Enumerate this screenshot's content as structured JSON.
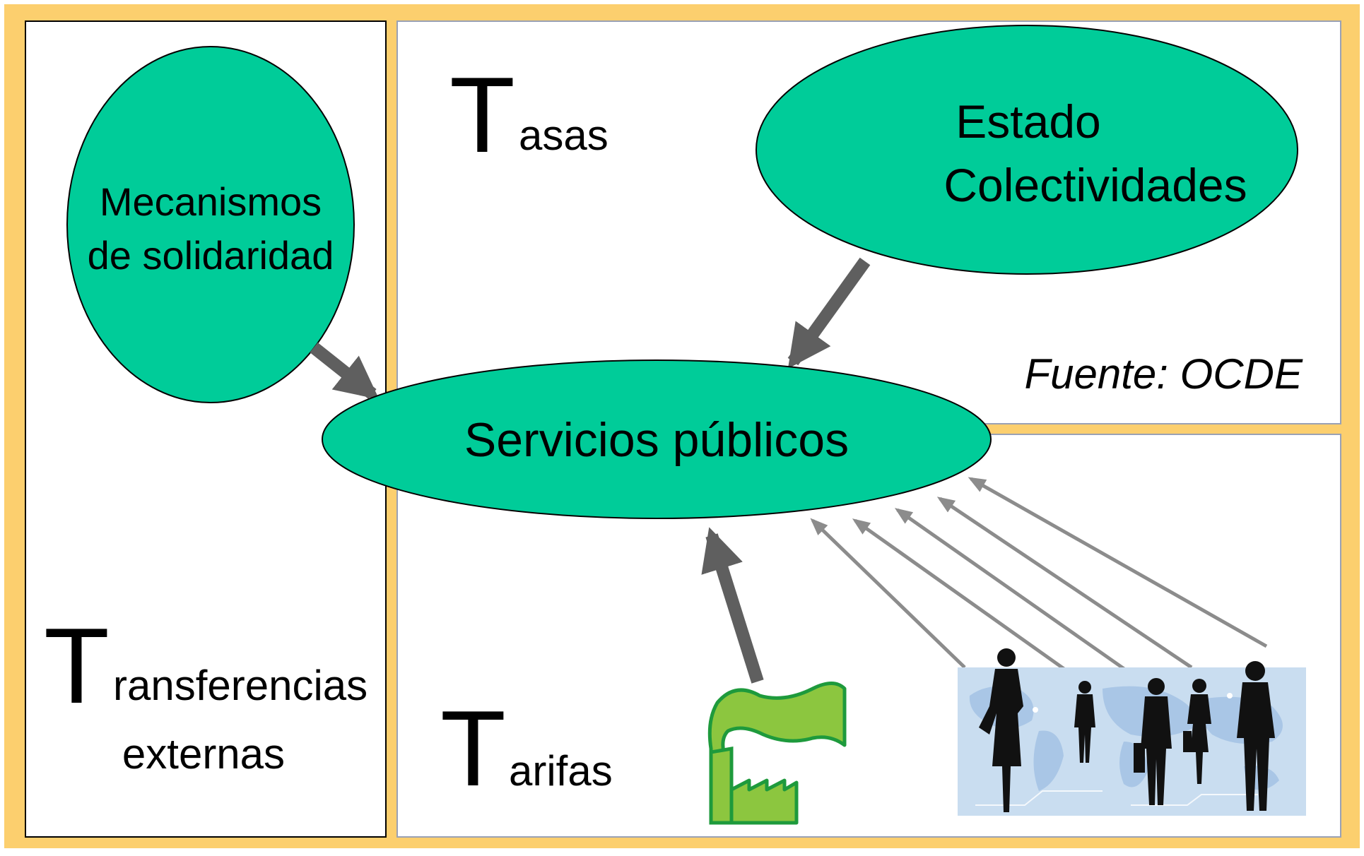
{
  "colors": {
    "frame": "#FCCF6E",
    "panel_border": "#000000",
    "panel_border_light": "#9AA1B4",
    "ellipse_fill": "#00CC99",
    "arrow_dark": "#5F5F5F",
    "arrow_light": "#8C8C8C",
    "factory_fill": "#8CC63F",
    "factory_stroke": "#1E9A3C",
    "map_bg": "#C9DDF0",
    "silhouette": "#111111"
  },
  "nodes": {
    "solidaridad": {
      "line1": "Mecanismos",
      "line2": "de solidaridad"
    },
    "estado": {
      "line1": "Estado",
      "line2": "Colectividades"
    },
    "servicios": {
      "label": "Servicios públicos"
    }
  },
  "labels": {
    "tasas": {
      "initial": "T",
      "rest": "asas"
    },
    "tarifas": {
      "initial": "T",
      "rest": "arifas"
    },
    "transferencias": {
      "initial": "T",
      "rest": "ransferencias",
      "line2": "externas"
    },
    "source": "Fuente: OCDE"
  },
  "icons": {
    "factory": "factory-icon",
    "people": "business-people-icon"
  }
}
